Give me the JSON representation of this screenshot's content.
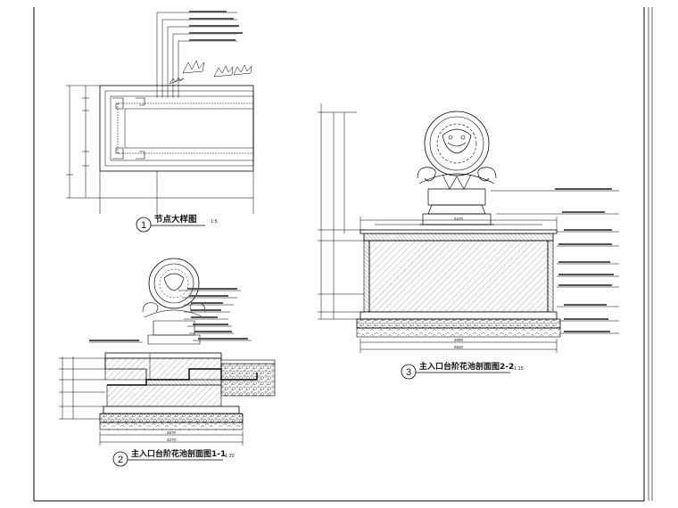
{
  "drawing": {
    "details": [
      {
        "number": "1",
        "title": "节点大样图",
        "scale": "1:5"
      },
      {
        "number": "2",
        "title": "主入口台阶花池剖面图1-1",
        "scale": "1:20"
      },
      {
        "number": "3",
        "title": "主入口台阶花池剖面图2-2",
        "scale": "1:15"
      }
    ],
    "dimensions": {
      "section_2_2_top_width": "2470",
      "section_2_2_inner_width": "2000",
      "section_2_2_base_width": "2520",
      "section_1_1_total": "4270",
      "section_1_1_base": "2570"
    }
  }
}
